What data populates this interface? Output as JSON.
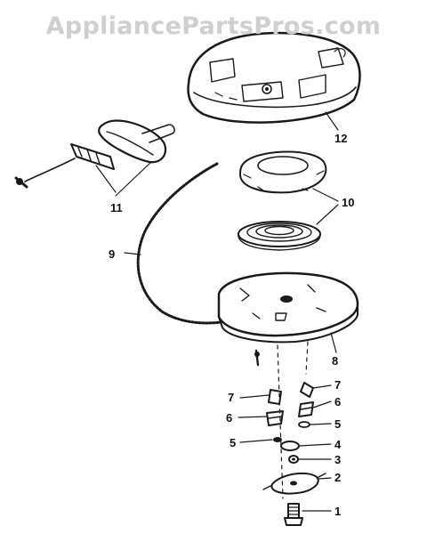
{
  "watermark": "AppliancePartsPros.com",
  "callouts": {
    "c12": "12",
    "c10": "10",
    "c11": "11",
    "c9": "9",
    "c8": "8",
    "c7a": "7",
    "c7b": "7",
    "c6a": "6",
    "c6b": "6",
    "c5a": "5",
    "c5b": "5",
    "c4": "4",
    "c3": "3",
    "c2": "2",
    "c1": "1"
  }
}
